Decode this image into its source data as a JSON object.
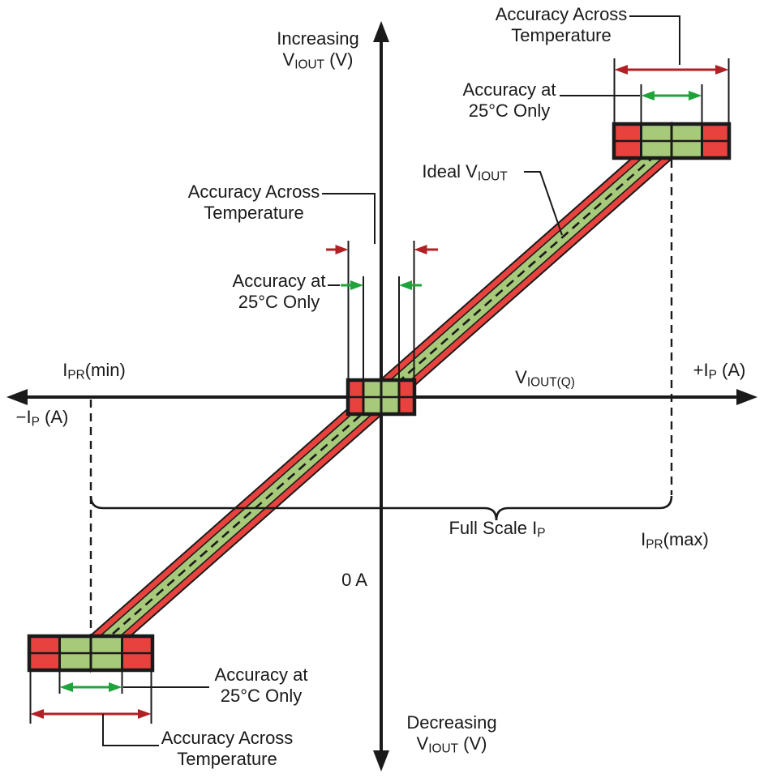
{
  "colors": {
    "band_red": "#E8423E",
    "band_green": "#A6C97A",
    "arrow_red": "#B22025",
    "arrow_green": "#1EA43B",
    "line_black": "#1A1A1A",
    "background": "#FFFFFF"
  },
  "axis_labels": {
    "increasing": "Increasing",
    "decreasing": "Decreasing",
    "viout_unit": {
      "pre": "V",
      "sub": "IOUT",
      "post": " (V)"
    },
    "x_positive": {
      "pre": "+I",
      "sub": "P",
      "post": " (A)"
    },
    "x_negative": {
      "pre": "−I",
      "sub": "P",
      "post": " (A)"
    },
    "zero_current": "0 A",
    "viout_q": {
      "pre": "V",
      "sub": "IOUT(Q)"
    },
    "ipr_min": {
      "pre": "I",
      "sub": "PR",
      "post": "(min)"
    },
    "ipr_max": {
      "pre": "I",
      "sub": "PR",
      "post": "(max)"
    },
    "full_scale": {
      "pre": "Full Scale I",
      "sub": "P"
    },
    "ideal": {
      "pre": "Ideal V",
      "sub": "IOUT"
    }
  },
  "annotations": {
    "accuracy_temperature": {
      "line1": "Accuracy Across",
      "line2": "Temperature"
    },
    "accuracy_25c": {
      "line1": "Accuracy at",
      "line2": "25°C Only"
    }
  }
}
